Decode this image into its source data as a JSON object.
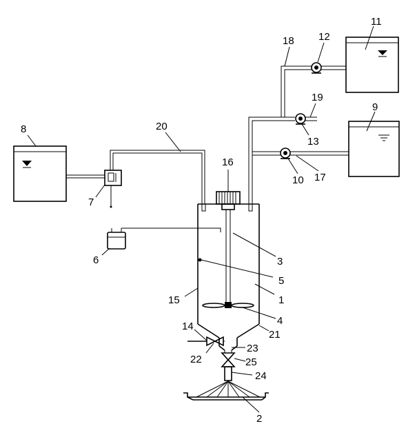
{
  "labels": {
    "l1": "1",
    "l2": "2",
    "l3": "3",
    "l4": "4",
    "l5": "5",
    "l6": "6",
    "l7": "7",
    "l8": "8",
    "l9": "9",
    "l10": "10",
    "l11": "11",
    "l12": "12",
    "l13": "13",
    "l14": "14",
    "l15": "15",
    "l16": "16",
    "l17": "17",
    "l18": "18",
    "l19": "19",
    "l20": "20",
    "l21": "21",
    "l22": "22",
    "l23": "23",
    "l24": "24",
    "l25": "25"
  },
  "icons": {
    "pump": "pump-icon",
    "valve": "valve-icon",
    "water_level": "water-level-icon"
  }
}
